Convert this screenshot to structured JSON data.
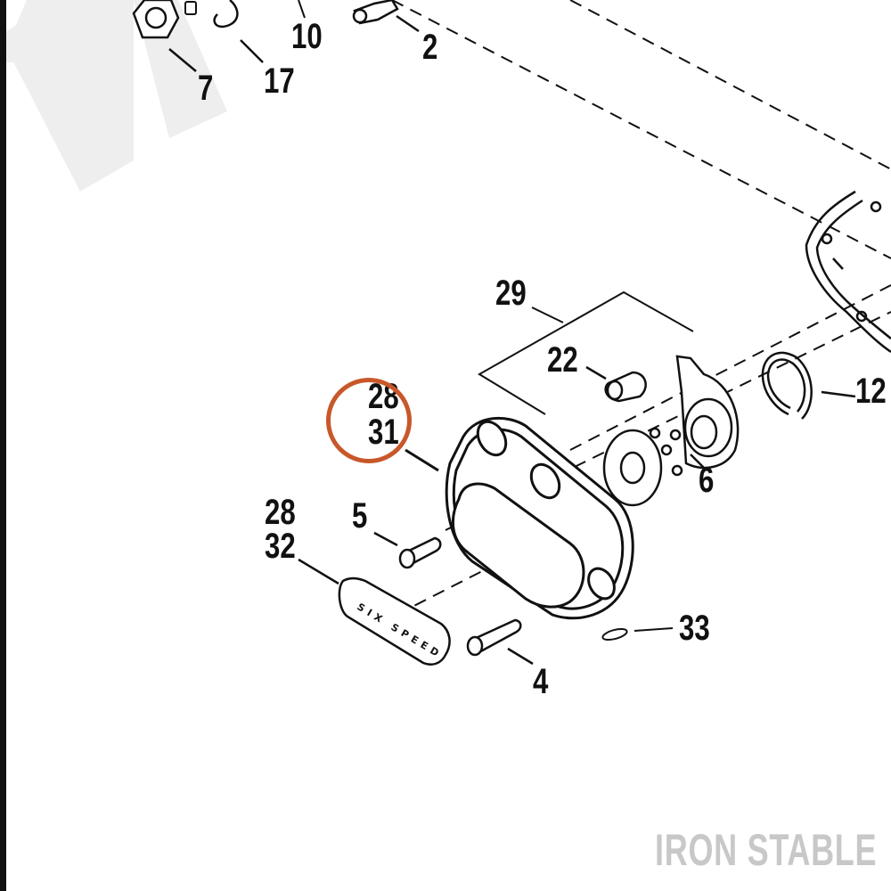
{
  "callouts": {
    "c10": "10",
    "c2": "2",
    "c7": "7",
    "c17": "17",
    "c29": "29",
    "c22": "22",
    "c12": "12",
    "c28a": "28",
    "c31": "31",
    "c6": "6",
    "c28b": "28",
    "c32": "32",
    "c5": "5",
    "c33": "33",
    "c4": "4"
  },
  "emblem_text": "SIX SPEED",
  "watermark": "IRON STABLE",
  "colors": {
    "highlight": "#c8572a",
    "ink": "#111111",
    "watermark": "#c8c8c8",
    "stripe": "#eeeeee"
  }
}
